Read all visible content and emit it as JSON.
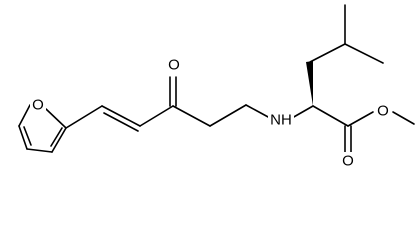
{
  "diagram": {
    "atoms": {
      "furan_oxygen": "O",
      "ketone_oxygen": "O",
      "amine": "NH",
      "carbonyl_oxygen": "O",
      "ester_oxygen": "O"
    },
    "colors": {
      "bond": "#000000",
      "background": "#ffffff"
    }
  }
}
